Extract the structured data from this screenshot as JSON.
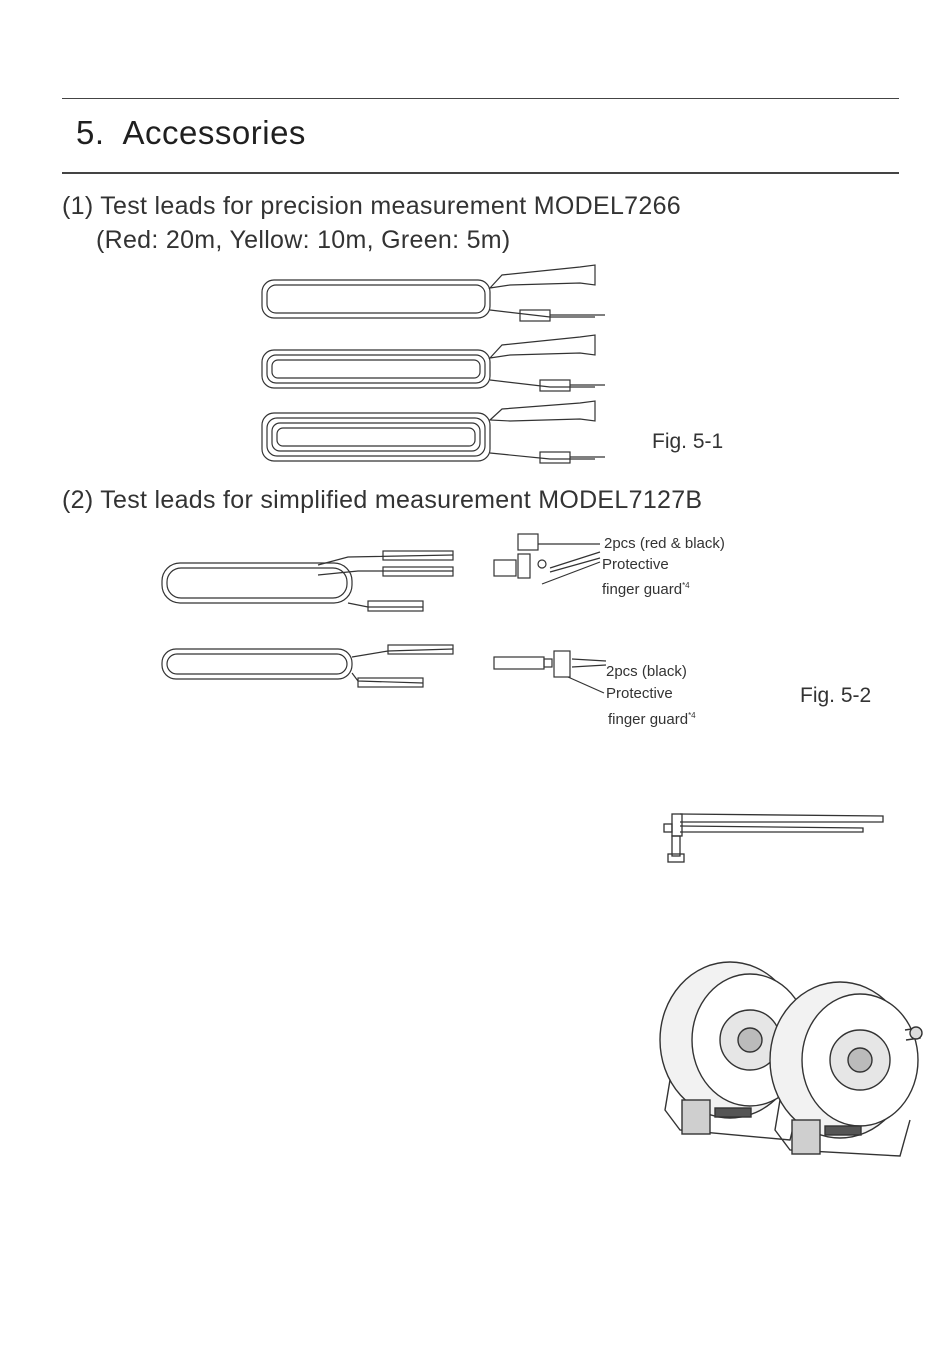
{
  "section": {
    "number": "5.",
    "title": "Accessories"
  },
  "items": [
    {
      "label": "(1) Test leads for precision measurement MODEL7266",
      "sublabel": "(Red: 20m, Yellow: 10m, Green: 5m)",
      "figure": "Fig. 5-1"
    },
    {
      "label": "(2) Test leads for simplified measurement MODEL7127B",
      "figure": "Fig. 5-2",
      "callouts": [
        {
          "qty": "2pcs (red & black)",
          "line1": "Protective",
          "line2": "finger guard",
          "note": "*4"
        },
        {
          "qty": "2pcs (black)",
          "line1": "Protective",
          "line2": "finger guard",
          "note": "*4"
        }
      ]
    }
  ],
  "icons": [
    "lead-reel-icon",
    "plug-icon",
    "finger-guard-icon",
    "earth-spike-icon",
    "cable-reel-icon"
  ],
  "colors": {
    "text": "#2a2a2a",
    "rule": "#444444",
    "line_art": "#333333"
  }
}
